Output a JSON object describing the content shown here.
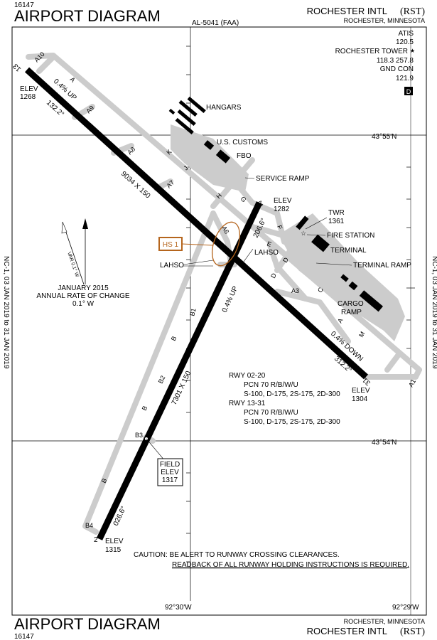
{
  "header": {
    "chart_number": "16147",
    "title": "AIRPORT DIAGRAM",
    "procedure_id": "AL-5041 (FAA)",
    "airport_name": "ROCHESTER INTL",
    "airport_code": "(RST)",
    "location": "ROCHESTER, MINNESOTA"
  },
  "frequencies": {
    "atis_label": "ATIS",
    "atis_freq": "120.5",
    "tower_label": "ROCHESTER TOWER",
    "tower_star": "★",
    "tower_freq": "118.3 257.8",
    "ground_label": "GND CON",
    "ground_freq": "121.9",
    "airspace_class": "D"
  },
  "effective_dates": "NC-1, 03 JAN 2019 to 31 JAN 2019",
  "coordinates": {
    "lat_north": "43°55'N",
    "lat_south": "43°54'N",
    "lon_west": "92°30'W",
    "lon_east": "92°29'W"
  },
  "runways": {
    "rwy13": {
      "end": "13",
      "elev_label": "ELEV",
      "elev": "1268",
      "heading": "132.2°",
      "slope": "0.4% UP",
      "dims": "9034 X 150"
    },
    "rwy31": {
      "end": "31",
      "elev_label": "ELEV",
      "elev": "1304",
      "heading": "312.2°",
      "slope": "0.4% DOWN"
    },
    "rwy20": {
      "end": "20",
      "elev_label": "ELEV",
      "elev": "1282",
      "heading": "206.6°"
    },
    "rwy02": {
      "end": "2",
      "elev_label": "ELEV",
      "elev": "1315",
      "heading": "026.6°",
      "slope": "0.4% UP",
      "dims": "7301 X 150"
    }
  },
  "taxiways": [
    "A10",
    "A",
    "A9",
    "A8",
    "A7",
    "A6",
    "A3",
    "A1",
    "K",
    "J",
    "H",
    "G",
    "F",
    "E",
    "D",
    "D",
    "C",
    "A",
    "M",
    "B1",
    "B",
    "B2",
    "B",
    "B3",
    "B",
    "B4"
  ],
  "labels": {
    "hangars": "HANGARS",
    "customs": "U.S. CUSTOMS",
    "fbo": "FBO",
    "service_ramp": "SERVICE RAMP",
    "twr": "TWR",
    "twr_elev": "1361",
    "fire_station": "FIRE STATION",
    "terminal": "TERMINAL",
    "terminal_ramp": "TERMINAL RAMP",
    "cargo_ramp_1": "CARGO",
    "cargo_ramp_2": "RAMP",
    "lahso": "LAHSO",
    "hot_spot": "HS 1",
    "field_1": "FIELD",
    "field_2": "ELEV",
    "field_elev": "1317"
  },
  "variation": {
    "var": "VAR 0.1° W",
    "date": "JANUARY 2015",
    "label": "ANNUAL RATE OF CHANGE",
    "rate": "0.1° W"
  },
  "pavement": {
    "rwy_a": "RWY 02-20",
    "rwy_a_pcn": "PCN 70 R/B/W/U",
    "rwy_a_wt": "S-100, D-175, 2S-175, 2D-300",
    "rwy_b": "RWY 13-31",
    "rwy_b_pcn": "PCN 70 R/B/W/U",
    "rwy_b_wt": "S-100, D-175, 2S-175, 2D-300"
  },
  "caution": {
    "line1": "CAUTION: BE ALERT TO RUNWAY CROSSING CLEARANCES.",
    "line2": "READBACK OF ALL RUNWAY HOLDING INSTRUCTIONS IS REQUIRED."
  },
  "footer": {
    "title": "AIRPORT DIAGRAM",
    "chart_number": "16147",
    "location": "ROCHESTER, MINNESOTA",
    "airport_name": "ROCHESTER INTL",
    "airport_code": "(RST)"
  },
  "colors": {
    "hotspot": "#b5651d",
    "pavement": "#cccccc"
  }
}
